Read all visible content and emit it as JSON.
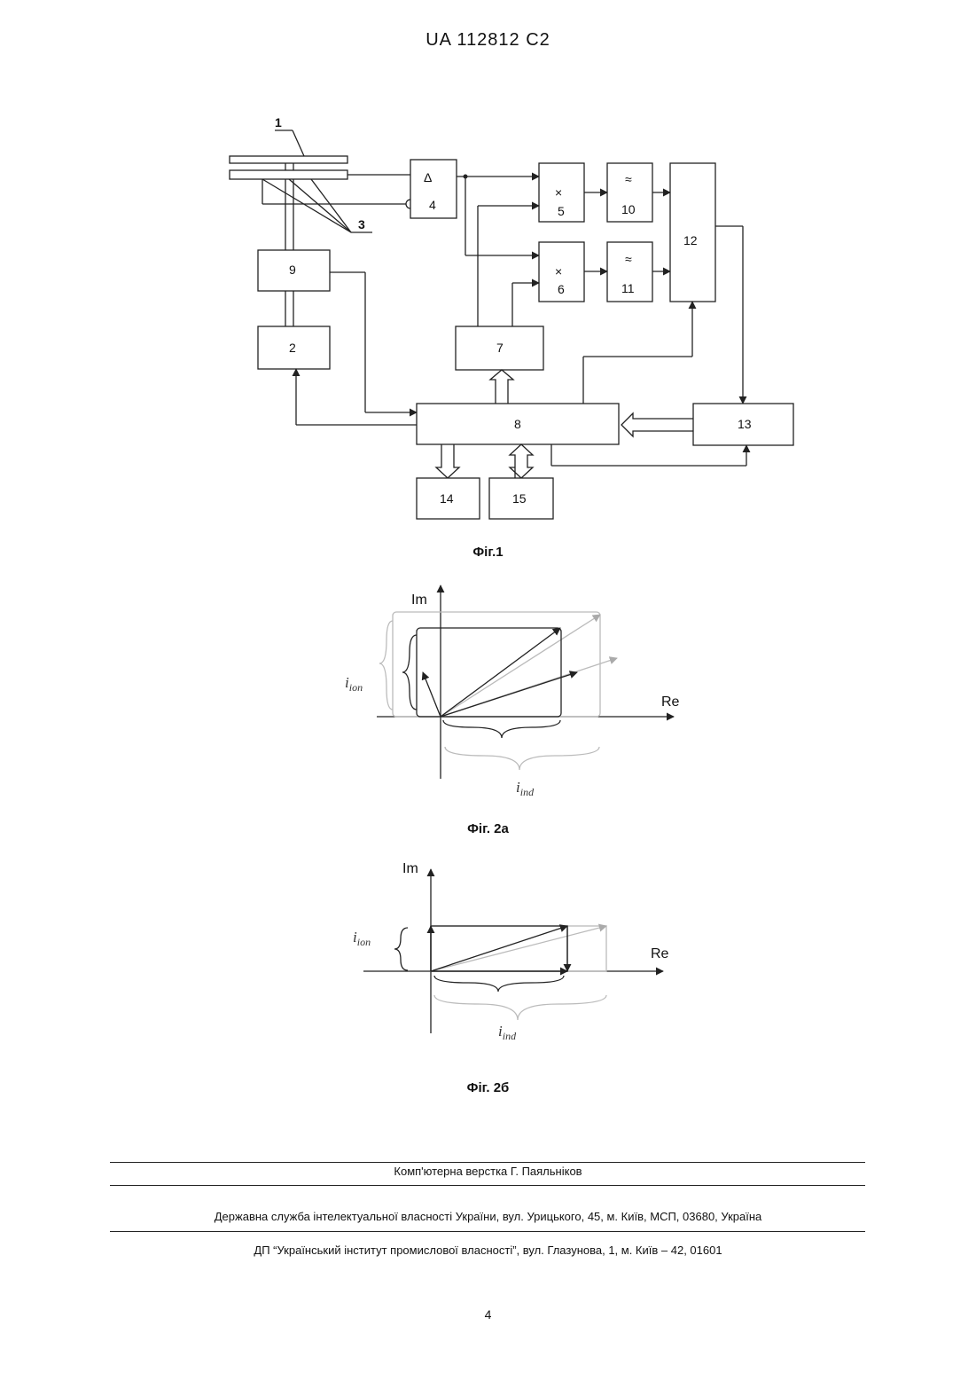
{
  "header": "UA   112812   C2",
  "fig1": {
    "caption": "Фіг.1",
    "labels": {
      "b1": "1",
      "b3": "3",
      "b4_sym": "Δ",
      "b4": "4",
      "b5_sym": "×",
      "b5": "5",
      "b6_sym": "×",
      "b6": "6",
      "b10_sym": "≈",
      "b10": "10",
      "b11_sym": "≈",
      "b11": "11",
      "b12": "12",
      "b9": "9",
      "b2": "2",
      "b7": "7",
      "b8": "8",
      "b13": "13",
      "b14": "14",
      "b15": "15"
    }
  },
  "fig2a": {
    "caption": "Фіг. 2а",
    "im": "Im",
    "re": "Re",
    "ion": "i",
    "ion_sub": "ion",
    "ind": "i",
    "ind_sub": "ind"
  },
  "fig2b": {
    "caption": "Фіг. 2б",
    "im": "Im",
    "re": "Re",
    "ion": "i",
    "ion_sub": "ion",
    "ind": "i",
    "ind_sub": "ind"
  },
  "footer": {
    "layout": "Комп'ютерна верстка Г. Паяльніков",
    "office": "Державна служба інтелектуальної власності України, вул. Урицького, 45, м. Київ, МСП, 03680, Україна",
    "institute": "ДП “Український інститут промислової власності”, вул. Глазунова, 1, м. Київ – 42, 01601"
  },
  "page_number": "4"
}
